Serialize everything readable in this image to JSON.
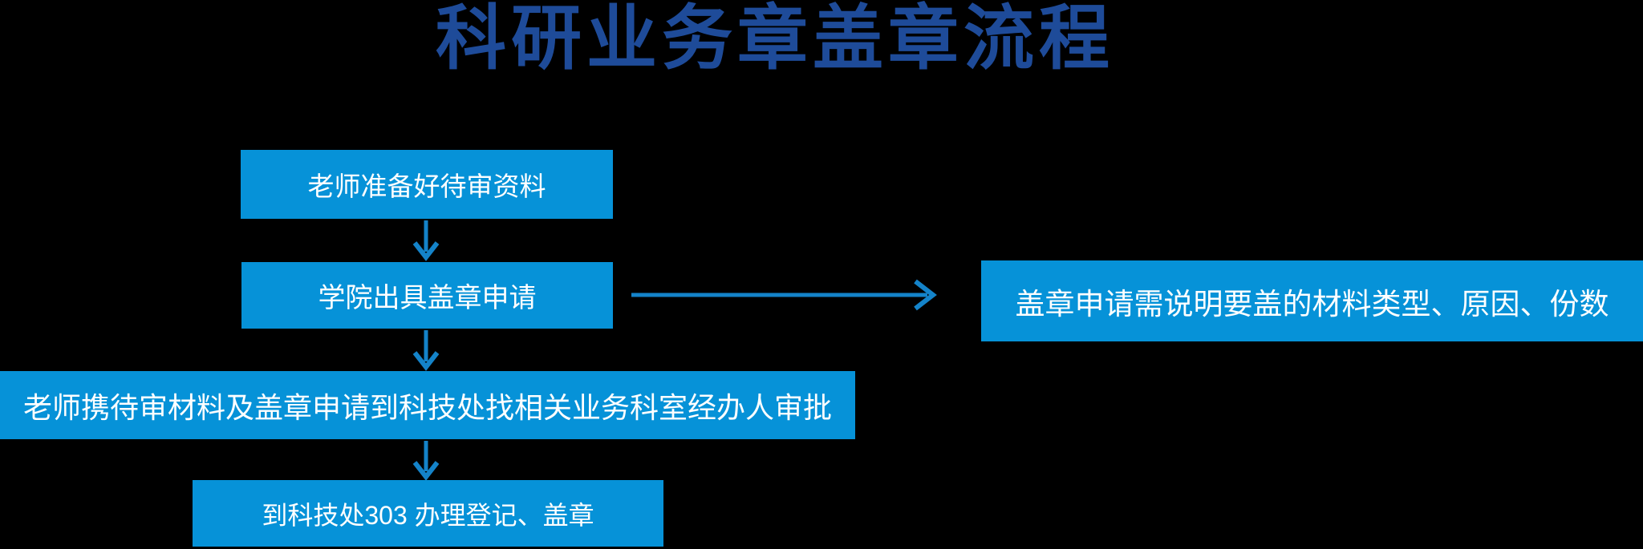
{
  "title": "科研业务章盖章流程",
  "colors": {
    "background": "#000000",
    "box_fill": "#0692D8",
    "box_text": "#FFFFFF",
    "title_text": "#1E4B99",
    "arrow": "#1483C9"
  },
  "flowchart": {
    "steps": [
      {
        "id": "step-1",
        "label": "老师准备好待审资料"
      },
      {
        "id": "step-2",
        "label": "学院出具盖章申请"
      },
      {
        "id": "step-3",
        "label": "老师携待审材料及盖章申请到科技处找相关业务科室经办人审批"
      },
      {
        "id": "step-4",
        "label": "到科技处303 办理登记、盖章"
      }
    ],
    "note": {
      "id": "note-1",
      "label": "盖章申请需说明要盖的材料类型、原因、份数"
    },
    "connections": [
      {
        "from": "step-1",
        "to": "step-2",
        "direction": "down"
      },
      {
        "from": "step-2",
        "to": "step-3",
        "direction": "down"
      },
      {
        "from": "step-3",
        "to": "step-4",
        "direction": "down"
      },
      {
        "from": "step-2",
        "to": "note-1",
        "direction": "right"
      }
    ]
  }
}
